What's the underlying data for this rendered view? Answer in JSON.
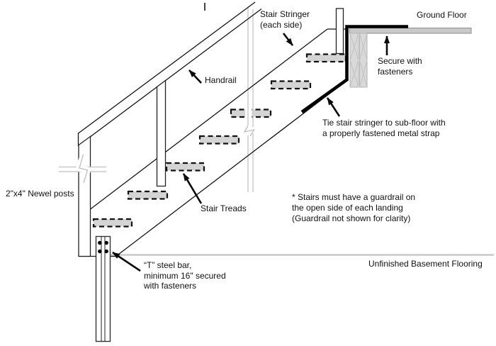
{
  "title": "Basement stair stringer installation diagram",
  "labels": {
    "stair_stringer": "Stair Stringer\n(each side)",
    "ground_floor": "Ground Floor",
    "handrail": "Handrail",
    "secure_with_fasteners": "Secure with\nfasteners",
    "tie_stringer": "Tie stair stringer to sub-floor with\na properly fastened metal strap",
    "newel_posts": "2\"x4\" Newel posts",
    "stair_treads": "Stair Treads",
    "guardrail_note": "* Stairs must have a guardrail on\nthe open side of each landing\n(Guardrail not shown for clarity)",
    "t_steel_bar": "“T” steel bar,\nminimum 16\" secured\nwith fasteners",
    "basement_flooring": "Unfinished Basement Flooring"
  },
  "counts": {
    "treads": 7,
    "newel_posts": 3,
    "fastener_dots": 4
  },
  "colors": {
    "ink": "#0d0d0d",
    "hidden_tread_fill": "#d4d4d4",
    "floor_gray": "#c9c9c9",
    "board_fill": "#d9d9d9",
    "strap_black": "#000000",
    "background": "#ffffff"
  }
}
